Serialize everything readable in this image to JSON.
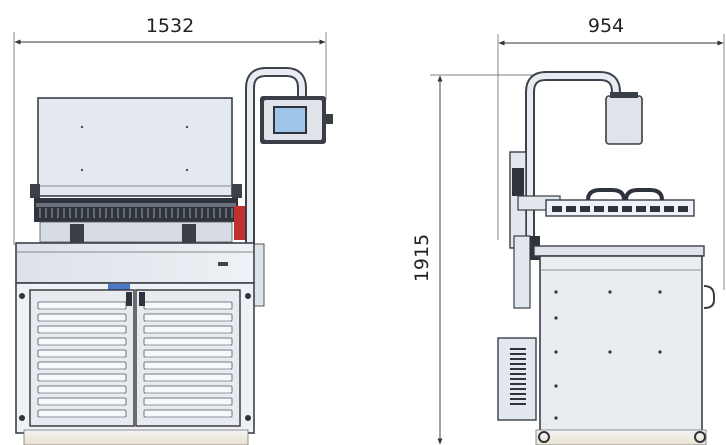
{
  "dimensions": {
    "front_width": "1532",
    "side_depth": "954",
    "height": "1915"
  },
  "colors": {
    "panel": "#e3e7ee",
    "panel_shade": "#c9d0da",
    "frame": "#3f4651",
    "accent_red": "#c0302c",
    "screen": "#9fc6e8",
    "base": "#efe6d2"
  }
}
